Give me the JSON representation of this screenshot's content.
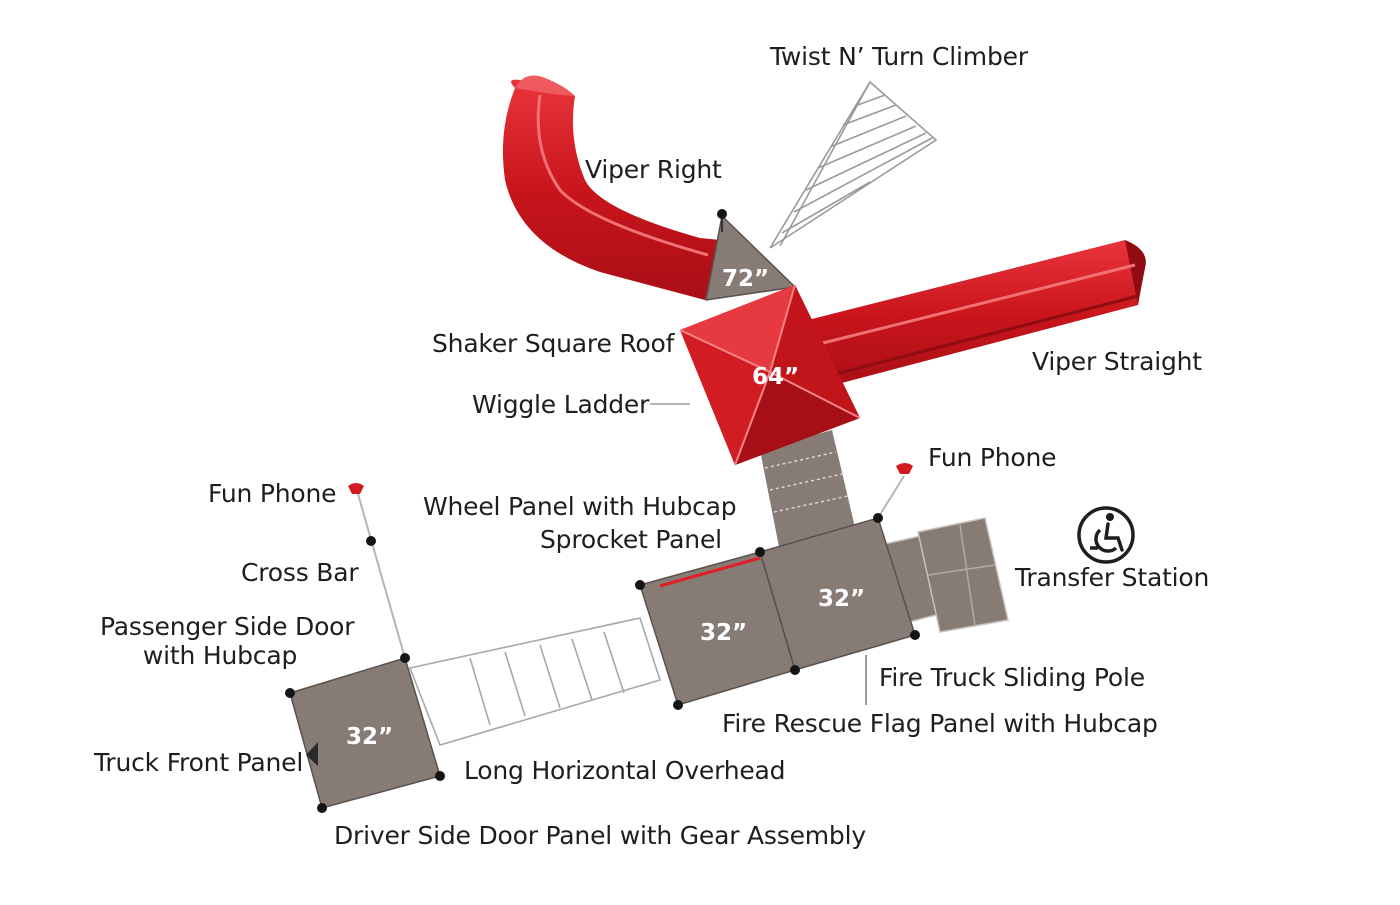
{
  "labels": {
    "twist_n_turn_climber": "Twist N’ Turn Climber",
    "viper_right": "Viper Right",
    "shaker_square_roof": "Shaker Square Roof",
    "viper_straight": "Viper Straight",
    "wiggle_ladder": "Wiggle Ladder",
    "fun_phone_right": "Fun Phone",
    "fun_phone_left": "Fun Phone",
    "wheel_panel": "Wheel Panel with Hubcap",
    "sprocket_panel": "Sprocket Panel",
    "cross_bar": "Cross Bar",
    "transfer_station": "Transfer Station",
    "passenger_door_line1": "Passenger Side Door",
    "passenger_door_line2": "with Hubcap",
    "fire_truck_sliding_pole": "Fire Truck Sliding Pole",
    "fire_rescue_flag_panel": "Fire Rescue Flag Panel with Hubcap",
    "truck_front_panel": "Truck Front Panel",
    "long_horizontal_overhead": "Long Horizontal Overhead",
    "driver_side_door": "Driver Side Door Panel with Gear Assembly"
  },
  "decks": {
    "deck_72": "72”",
    "deck_64": "64”",
    "deck_32_right": "32”",
    "deck_32_middle": "32”",
    "deck_32_left": "32”"
  },
  "icons": {
    "accessibility": "wheelchair-transfer-icon"
  },
  "colors": {
    "slide_red": "#d41b22",
    "deck_gray": "#877b76",
    "post_black": "#151515",
    "label_text": "#1e1e1e"
  }
}
